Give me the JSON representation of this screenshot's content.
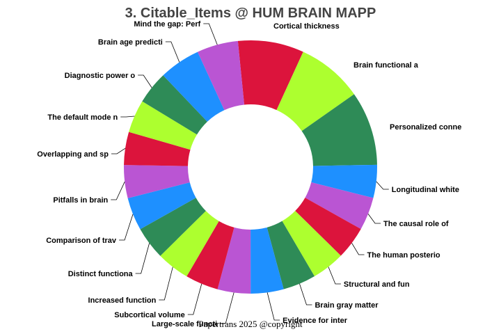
{
  "chart_data": {
    "type": "pie",
    "title": "3. Citable_Items @ HUM BRAIN MAPP",
    "hole": true,
    "colors": [
      "#dc143c",
      "#adff2f",
      "#2e8b57",
      "#1e90ff",
      "#ba55d3"
    ],
    "slices": [
      {
        "label": "Cortical thickness",
        "value": 8
      },
      {
        "label": "Brain functional a",
        "value": 8
      },
      {
        "label": "Personalized conne",
        "value": 9
      },
      {
        "label": "Longitudinal white",
        "value": 4
      },
      {
        "label": "The causal role of",
        "value": 4
      },
      {
        "label": "The human posterio",
        "value": 4
      },
      {
        "label": "Structural and fun",
        "value": 4
      },
      {
        "label": "Brain gray matter",
        "value": 4
      },
      {
        "label": "Evidence for inter",
        "value": 4
      },
      {
        "label": "Large-scale functi",
        "value": 4
      },
      {
        "label": "Subcortical volume",
        "value": 4
      },
      {
        "label": "Increased function",
        "value": 4
      },
      {
        "label": "Distinct functiona",
        "value": 4
      },
      {
        "label": "Comparison of trav",
        "value": 4
      },
      {
        "label": "Pitfalls in brain",
        "value": 4
      },
      {
        "label": "Overlapping and sp",
        "value": 4
      },
      {
        "label": "The default mode n",
        "value": 4
      },
      {
        "label": "Diagnostic power o",
        "value": 4
      },
      {
        "label": "Brain age predicti",
        "value": 5
      },
      {
        "label": "Mind the gap: Perf",
        "value": 5
      }
    ]
  },
  "footer": "Papertrans 2025 @copyright"
}
